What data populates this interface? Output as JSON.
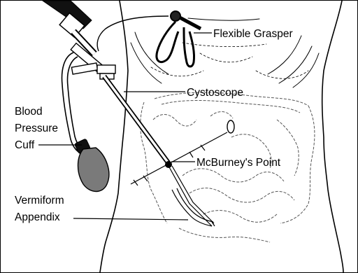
{
  "labels": {
    "flexible_grasper": "Flexible Grasper",
    "cystoscope": "Cystoscope",
    "blood_pressure_cuff": [
      "Blood",
      "Pressure",
      "Cuff"
    ],
    "mcburneys_point": "McBurney's Point",
    "vermiform_appendix": [
      "Vermiform",
      "Appendix"
    ]
  }
}
